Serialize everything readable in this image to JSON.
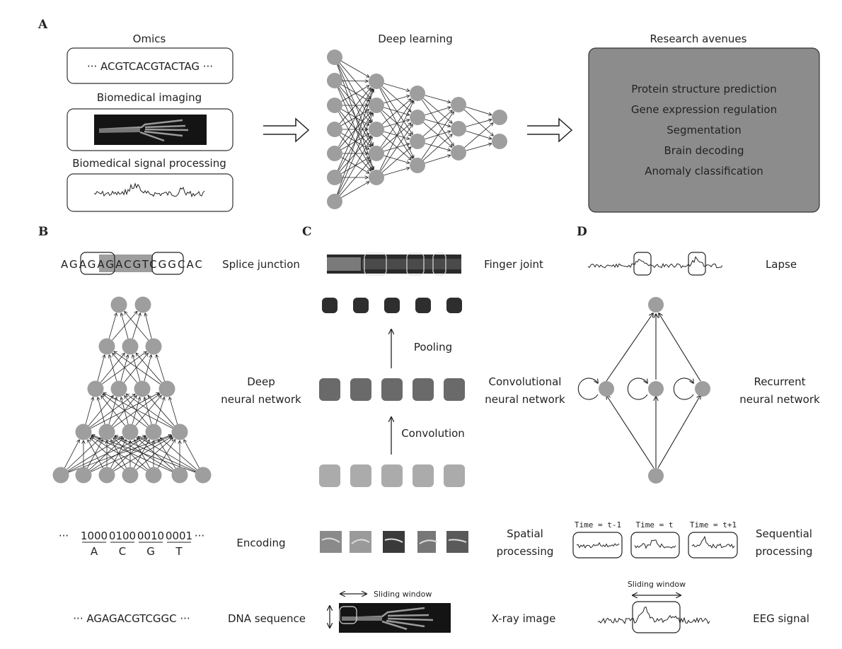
{
  "panels": {
    "a": {
      "letter": "A",
      "omics_title": "Omics",
      "omics_sequence": "··· ACGTCACGTACTAG ···",
      "imaging_title": "Biomedical imaging",
      "signal_title": "Biomedical signal processing",
      "dl_title": "Deep learning",
      "research_title": "Research avenues",
      "research_items": [
        "Protein structure prediction",
        "Gene expression regulation",
        "Segmentation",
        "Brain decoding",
        "Anomaly classification"
      ]
    },
    "b": {
      "letter": "B",
      "splice_sequence": "AGAGAGACGTCGGCAC",
      "splice_label": "Splice junction",
      "network_label_1": "Deep",
      "network_label_2": "neural network",
      "encoding_codes": [
        "1000",
        "0100",
        "0010",
        "0001"
      ],
      "encoding_bases": [
        "A",
        "C",
        "G",
        "T"
      ],
      "encoding_ellipsis": "···",
      "encoding_label": "Encoding",
      "dna_sequence": "··· AGAGACGTCGGC ···",
      "dna_label": "DNA sequence"
    },
    "c": {
      "letter": "C",
      "finger_label": "Finger joint",
      "pooling_label": "Pooling",
      "convolution_label": "Convolution",
      "cnn_label_1": "Convolutional",
      "cnn_label_2": "neural network",
      "spatial_label_1": "Spatial",
      "spatial_label_2": "processing",
      "sliding_label": "Sliding window",
      "xray_label": "X-ray image"
    },
    "d": {
      "letter": "D",
      "lapse_label": "Lapse",
      "rnn_label_1": "Recurrent",
      "rnn_label_2": "neural network",
      "time_labels": [
        "Time = t-1",
        "Time = t",
        "Time = t+1"
      ],
      "sequential_label_1": "Sequential",
      "sequential_label_2": "processing",
      "sliding_label": "Sliding window",
      "eeg_label": "EEG signal"
    }
  },
  "colors": {
    "node": "#9e9e9e",
    "research_box": "#8c8c8c",
    "pool_square": "#2e2e2e",
    "conv_square": "#6a6a6a",
    "input_square": "#ababab",
    "splice_highlight": "#9e9e9e",
    "xray_bg": "#141414"
  },
  "icons": [
    "arrow-right-icon",
    "arrow-up-icon",
    "double-arrow-icon",
    "loop-arrow-icon"
  ]
}
